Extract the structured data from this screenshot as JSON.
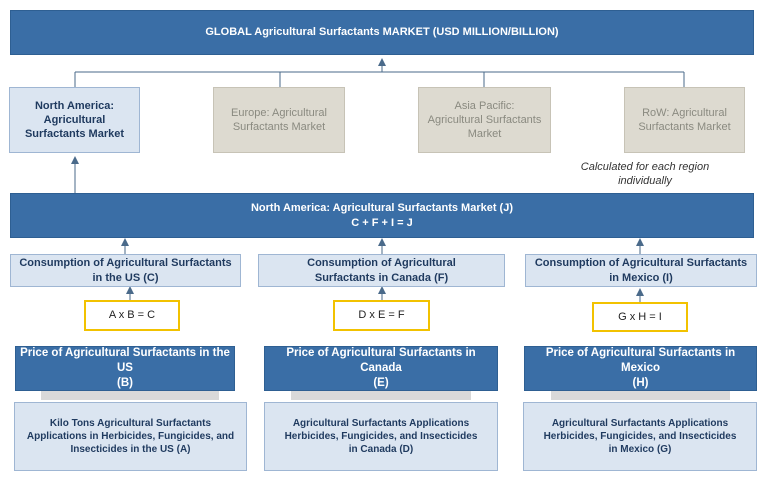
{
  "top": {
    "title": "GLOBAL Agricultural Surfactants MARKET (USD MILLION/BILLION)"
  },
  "regions": [
    {
      "label": "North America: Agricultural Surfactants Market"
    },
    {
      "label": "Europe: Agricultural Surfactants Market"
    },
    {
      "label": "Asia Pacific: Agricultural Surfactants Market"
    },
    {
      "label": "RoW: Agricultural Surfactants Market"
    }
  ],
  "note": "Calculated for each region individually",
  "na_market": {
    "title": "North America: Agricultural Surfactants Market (J)",
    "formula": "C + F + I = J"
  },
  "columns": [
    {
      "consumption": "Consumption of Agricultural Surfactants in the US (C)",
      "formula": "A x B = C",
      "price_line1": "Price of Agricultural Surfactants in the US",
      "price_line2": "(B)",
      "applications": "Kilo Tons Agricultural Surfactants Applications in Herbicides, Fungicides, and Insecticides in the US (A)"
    },
    {
      "consumption": "Consumption of Agricultural Surfactants in Canada (F)",
      "formula": "D x E = F",
      "price_line1": "Price of Agricultural Surfactants in Canada",
      "price_line2": "(E)",
      "applications": "Agricultural Surfactants Applications Herbicides, Fungicides, and Insecticides in Canada (D)"
    },
    {
      "consumption": "Consumption of Agricultural Surfactants in Mexico (I)",
      "formula": "G x H = I",
      "price_line1": "Price of Agricultural Surfactants in Mexico",
      "price_line2": "(H)",
      "applications": "Agricultural Surfactants Applications Herbicides, Fungicides, and Insecticides in Mexico (G)"
    }
  ],
  "colors": {
    "dark_blue": "#3a6ea6",
    "light_blue": "#dbe5f1",
    "beige": "#dddad0",
    "formula_border": "#f2c200",
    "connector": "#4a6a8a"
  }
}
